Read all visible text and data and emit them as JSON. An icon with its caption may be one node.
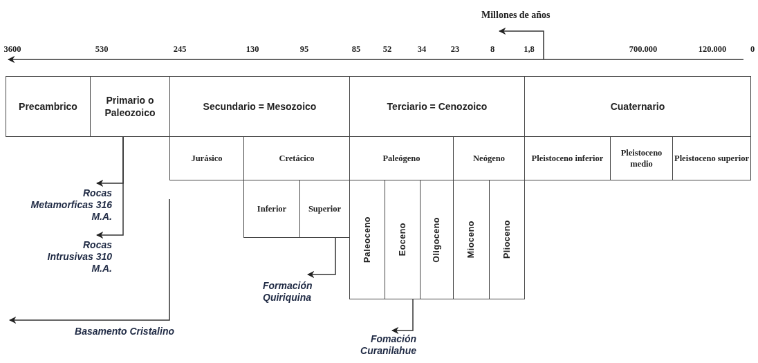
{
  "diagram": {
    "nodes": [
      {
        "text": [
          "Precambrico"
        ]
      },
      {
        "text": [
          "Primario o Paleozoico"
        ]
      },
      {
        "text": [
          "Secundario = Mesozoico"
        ]
      },
      {
        "text": [
          "Terciario = Cenozoico"
        ]
      },
      {
        "text": [
          "Cuaternario"
        ]
      },
      {
        "text": [
          "Jurásico"
        ]
      },
      {
        "text": [
          "Cretácico"
        ]
      },
      {
        "text": [
          "Paleógeno"
        ]
      },
      {
        "text": [
          "Neógeno"
        ]
      },
      {
        "text": [
          "Pleistoceno inferior"
        ]
      },
      {
        "text": [
          "Pleistoceno medio"
        ]
      },
      {
        "text": [
          "Pleistoceno superior"
        ]
      },
      {
        "text": [
          "Inferior"
        ]
      },
      {
        "text": [
          "Superior"
        ]
      },
      {
        "text": [
          "Paleoceno"
        ]
      },
      {
        "text": [
          "Eoceno"
        ]
      },
      {
        "text": [
          "Oligoceno"
        ]
      },
      {
        "text": [
          "Mioceno"
        ]
      },
      {
        "text": [
          "Plioceno"
        ]
      },
      {
        "text": [
          "Rocas Metamorficas 316 M.A."
        ]
      },
      {
        "text": [
          "Rocas Intrusivas 310 M.A."
        ]
      },
      {
        "text": [
          "Formación Quiriquina"
        ]
      },
      {
        "text": [
          "Basamento Cristalino"
        ]
      },
      {
        "text": [
          "Fomación Curanilahue"
        ]
      }
    ],
    "edges": [
      {
        "from": 1,
        "to": 19,
        "arrow": "to"
      },
      {
        "from": 1,
        "to": 20,
        "arrow": "to"
      },
      {
        "from": 13,
        "to": 21,
        "arrow": "to"
      },
      {
        "from": null,
        "to": 22,
        "arrow": "to"
      },
      {
        "from": 15,
        "to": 23,
        "arrow": "to"
      }
    ],
    "labels": [
      "Millones de años",
      "3600",
      "530",
      "245",
      "130",
      "95",
      "85",
      "52",
      "34",
      "23",
      "8",
      "1,8",
      "700.000",
      "120.000",
      "0"
    ]
  }
}
